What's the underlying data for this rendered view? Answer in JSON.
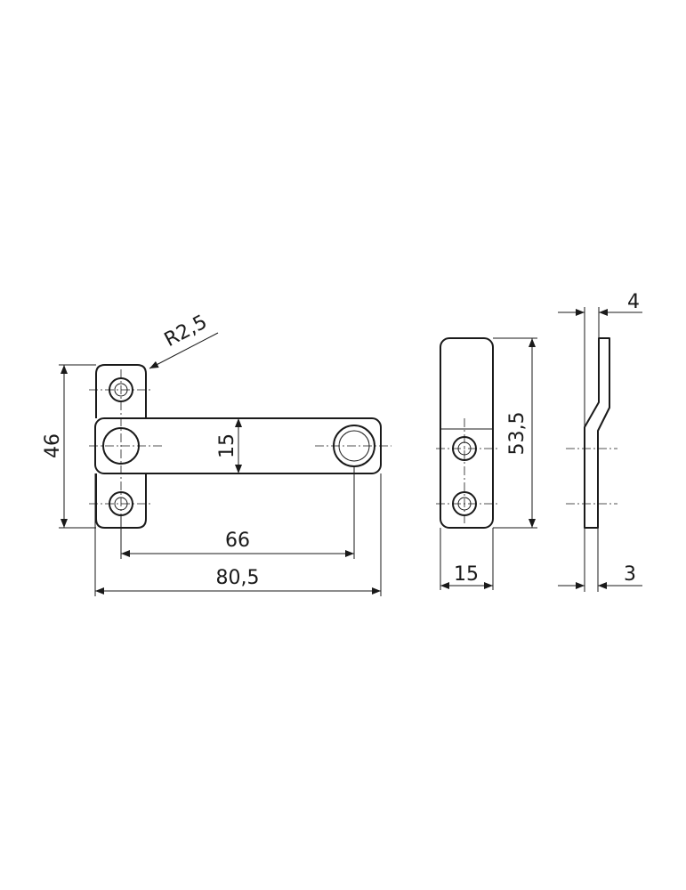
{
  "drawing": {
    "line_color": "#1a1a1a",
    "background": "#ffffff",
    "dimensions": {
      "radius": "R2,5",
      "height_front": "46",
      "bar_width": "15",
      "hole_spacing": "66",
      "overall_length": "80,5",
      "height_side": "53,5",
      "width_side": "15",
      "offset": "4",
      "thickness": "3"
    }
  }
}
